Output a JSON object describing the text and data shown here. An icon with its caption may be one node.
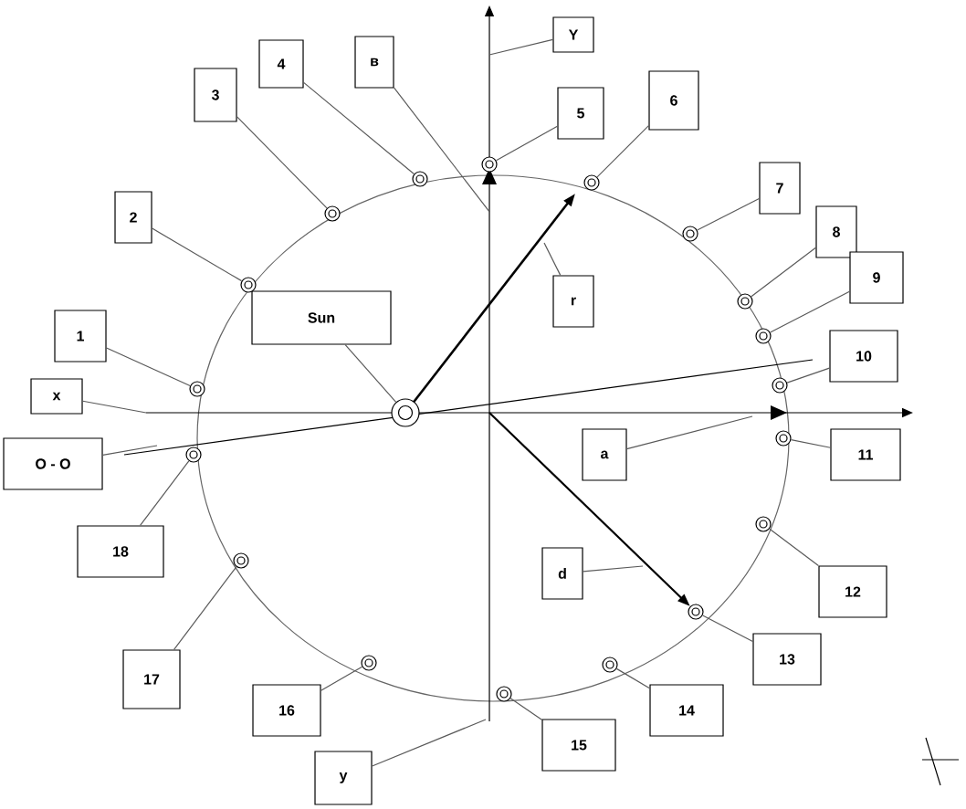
{
  "diagram": {
    "nodes": [
      {
        "text": [
          "1"
        ]
      },
      {
        "text": [
          "2"
        ]
      },
      {
        "text": [
          "3"
        ]
      },
      {
        "text": [
          "4"
        ]
      },
      {
        "text": [
          "5"
        ]
      },
      {
        "text": [
          "6"
        ]
      },
      {
        "text": [
          "7"
        ]
      },
      {
        "text": [
          "8"
        ]
      },
      {
        "text": [
          "9"
        ]
      },
      {
        "text": [
          "10"
        ]
      },
      {
        "text": [
          "11"
        ]
      },
      {
        "text": [
          "12"
        ]
      },
      {
        "text": [
          "13"
        ]
      },
      {
        "text": [
          "14"
        ]
      },
      {
        "text": [
          "15"
        ]
      },
      {
        "text": [
          "16"
        ]
      },
      {
        "text": [
          "17"
        ]
      },
      {
        "text": [
          "18"
        ]
      },
      {
        "text": [
          "x"
        ]
      },
      {
        "text": [
          "O - O"
        ]
      },
      {
        "text": [
          "Y"
        ]
      },
      {
        "text": [
          "y"
        ]
      },
      {
        "text": [
          "в"
        ]
      },
      {
        "text": [
          "Sun"
        ]
      },
      {
        "text": [
          "r"
        ]
      },
      {
        "text": [
          "a"
        ]
      },
      {
        "text": [
          "d"
        ]
      },
      {
        "text": [],
        "shape": "circle"
      },
      {
        "text": [],
        "shape": "circle"
      },
      {
        "text": [],
        "shape": "circle"
      },
      {
        "text": [],
        "shape": "circle"
      },
      {
        "text": [],
        "shape": "circle"
      },
      {
        "text": [],
        "shape": "circle"
      },
      {
        "text": [],
        "shape": "circle"
      },
      {
        "text": [],
        "shape": "circle"
      },
      {
        "text": [],
        "shape": "circle"
      },
      {
        "text": [],
        "shape": "circle"
      },
      {
        "text": [],
        "shape": "circle"
      },
      {
        "text": [],
        "shape": "circle"
      },
      {
        "text": [],
        "shape": "circle"
      },
      {
        "text": [],
        "shape": "circle"
      },
      {
        "text": [],
        "shape": "circle"
      },
      {
        "text": [],
        "shape": "circle"
      },
      {
        "text": [],
        "shape": "circle"
      },
      {
        "text": [],
        "shape": "circle"
      },
      {
        "text": [],
        "shape": "circle"
      }
    ],
    "edges": [
      {
        "from": 0,
        "to": 27,
        "arrow": "none"
      },
      {
        "from": 1,
        "to": 28,
        "arrow": "none"
      },
      {
        "from": 2,
        "to": 29,
        "arrow": "none"
      },
      {
        "from": 3,
        "to": 30,
        "arrow": "none"
      },
      {
        "from": 4,
        "to": 31,
        "arrow": "none"
      },
      {
        "from": 5,
        "to": 32,
        "arrow": "none"
      },
      {
        "from": 6,
        "to": 33,
        "arrow": "none"
      },
      {
        "from": 7,
        "to": 34,
        "arrow": "none"
      },
      {
        "from": 8,
        "to": 35,
        "arrow": "none"
      },
      {
        "from": 9,
        "to": 36,
        "arrow": "none"
      },
      {
        "from": 10,
        "to": 37,
        "arrow": "none"
      },
      {
        "from": 11,
        "to": 38,
        "arrow": "none"
      },
      {
        "from": 12,
        "to": 39,
        "arrow": "none"
      },
      {
        "from": 13,
        "to": 40,
        "arrow": "none"
      },
      {
        "from": 14,
        "to": 41,
        "arrow": "none"
      },
      {
        "from": 15,
        "to": 42,
        "arrow": "none"
      },
      {
        "from": 16,
        "to": 43,
        "arrow": "none"
      },
      {
        "from": 17,
        "to": 44,
        "arrow": "none"
      },
      {
        "from": 18,
        "to": null,
        "arrow": "none"
      },
      {
        "from": 19,
        "to": null,
        "arrow": "none"
      },
      {
        "from": 20,
        "to": null,
        "arrow": "none"
      },
      {
        "from": 21,
        "to": null,
        "arrow": "none"
      },
      {
        "from": 22,
        "to": null,
        "arrow": "none"
      },
      {
        "from": 23,
        "to": 45,
        "arrow": "none"
      },
      {
        "from": 24,
        "to": null,
        "arrow": "none"
      },
      {
        "from": 25,
        "to": null,
        "arrow": "none"
      },
      {
        "from": 26,
        "to": null,
        "arrow": "none"
      },
      {
        "from": null,
        "to": 39,
        "arrow": "to",
        "color": "#000000"
      }
    ]
  }
}
